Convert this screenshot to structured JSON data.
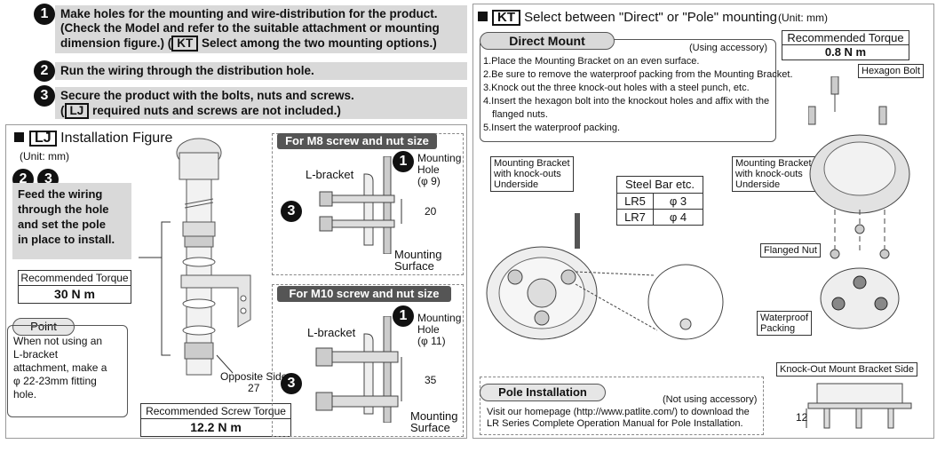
{
  "steps": [
    {
      "num": "1",
      "line1": "Make holes for the mounting and wire-distribution for the product.",
      "line2": "(Check the Model and refer to the suitable attachment or mounting",
      "line3a": "dimension figure.) (",
      "kt": "KT",
      "line3b": " Select among the two mounting options.)"
    },
    {
      "num": "2",
      "text": "Run the wiring through the distribution hole."
    },
    {
      "num": "3",
      "line1": "Secure the product with the bolts, nuts and screws.",
      "line2a": "(",
      "lj": "LJ",
      "line2b": " required nuts and screws are not included.)"
    }
  ],
  "lj": {
    "badge": "LJ",
    "title": "Installation Figure",
    "unit": "(Unit: mm)",
    "steps_badge": [
      "2",
      "3"
    ],
    "feed_text": [
      "Feed the wiring",
      "through the hole",
      "and set the pole",
      "in place to install."
    ],
    "torque": {
      "label": "Recommended Torque",
      "value": "30 N m"
    },
    "point": {
      "label": "Point",
      "text": [
        "When not using an",
        "L-bracket",
        "attachment, make a",
        "φ 22-23mm fitting",
        "hole."
      ]
    },
    "opposite": [
      "Opposite Side",
      "27"
    ],
    "screw_torque": {
      "label": "Recommended Screw Torque",
      "value": "12.2 N m"
    },
    "m8": {
      "header": "For M8 screw and nut size",
      "bracket": "L-bracket",
      "hole": [
        "Mounting",
        "Hole",
        "(φ 9)"
      ],
      "dim": "20",
      "surface": [
        "Mounting",
        "Surface"
      ]
    },
    "m10": {
      "header": "For M10 screw and nut size",
      "bracket": "L-bracket",
      "hole": [
        "Mounting",
        "Hole",
        "(φ 11)"
      ],
      "dim": "35",
      "surface": [
        "Mounting",
        "Surface"
      ]
    }
  },
  "kt": {
    "badge": "KT",
    "title": "Select between \"Direct\" or \"Pole\" mounting",
    "unit": "(Unit: mm)",
    "direct": {
      "label": "Direct Mount",
      "note": "(Using accessory)",
      "steps": [
        "1.Place the Mounting Bracket on an even surface.",
        "2.Be sure to remove the waterproof packing from the Mounting Bracket.",
        "3.Knock out the three knock-out holes with a steel punch, etc.",
        "4.Insert the hexagon bolt into the knockout holes and affix with the",
        "flanged nuts.",
        "5.Insert the waterproof packing."
      ]
    },
    "torque": {
      "label": "Recommended Torque",
      "value": "0.8 N m"
    },
    "hex_bolt": "Hexagon Bolt",
    "bracket_left": [
      "Mounting Bracket",
      "with knock-outs",
      "Underside"
    ],
    "bracket_right": [
      "Mounting Bracket",
      "with knock-outs",
      "Underside"
    ],
    "steel_table": {
      "header": "Steel Bar etc.",
      "rows": [
        [
          "LR5",
          "φ 3"
        ],
        [
          "LR7",
          "φ 4"
        ]
      ]
    },
    "flanged_nut": "Flanged Nut",
    "packing": [
      "Waterproof",
      "Packing"
    ],
    "knockout_side": "Knock-Out Mount Bracket Side",
    "dim12": "12",
    "pole": {
      "label": "Pole Installation",
      "note": "(Not using accessory)",
      "text": [
        "Visit our homepage (http://www.patlite.com/) to download the",
        "LR Series Complete Operation Manual for Pole Installation."
      ]
    }
  }
}
